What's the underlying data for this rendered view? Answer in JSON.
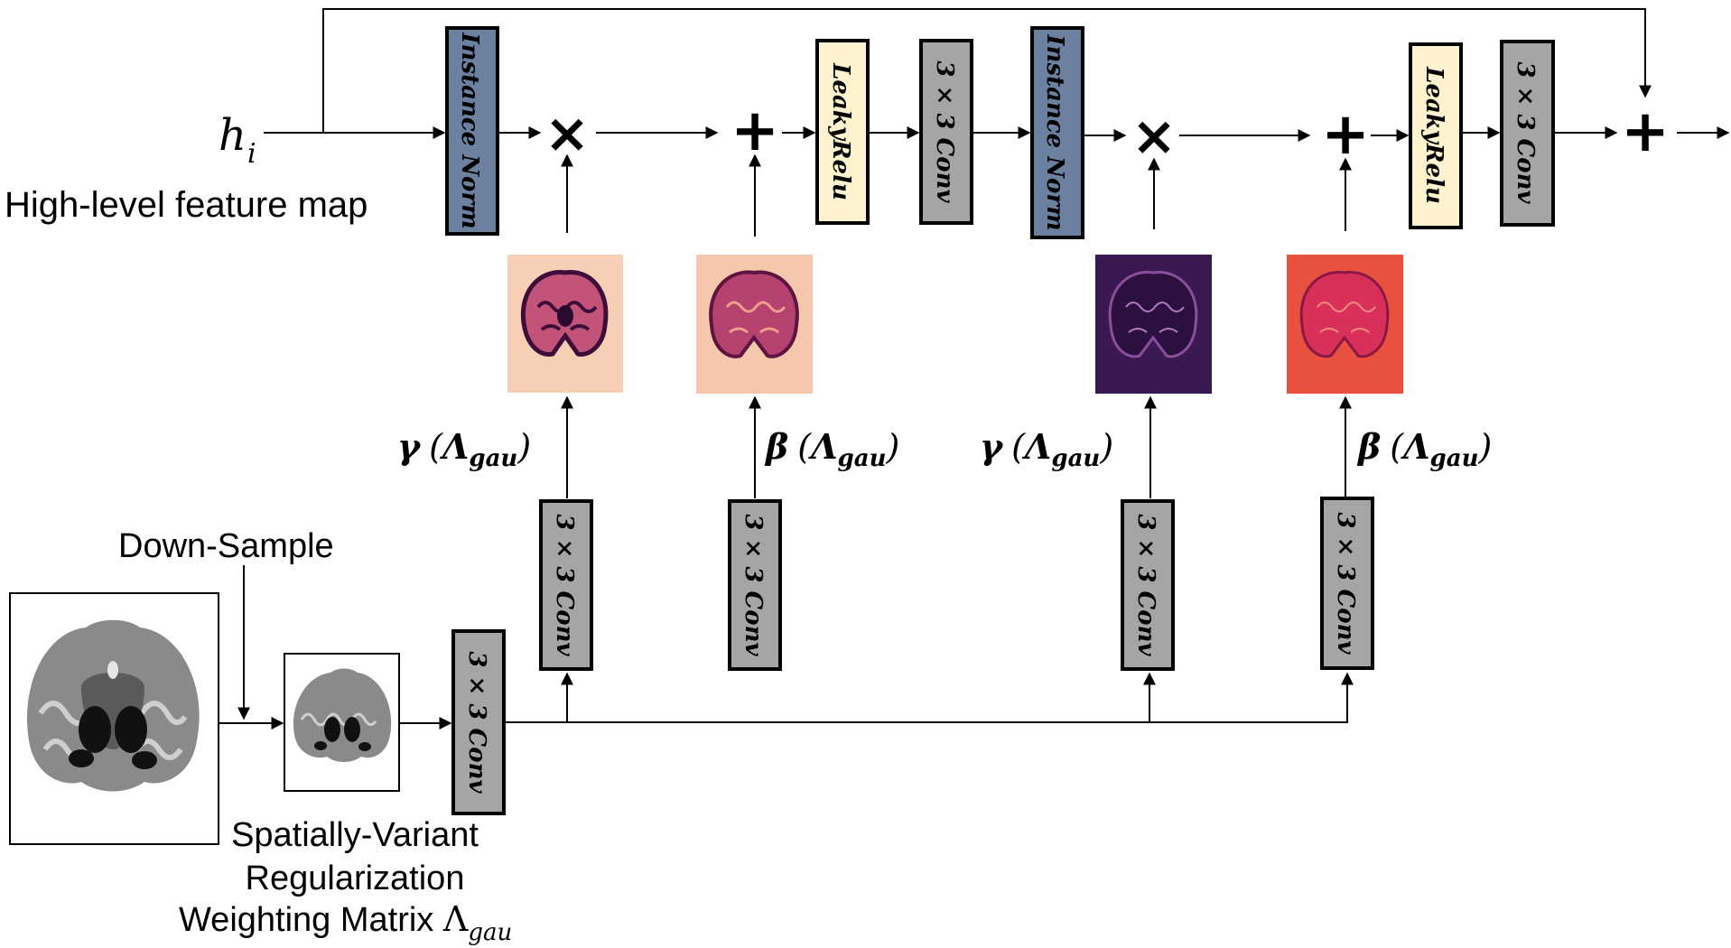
{
  "input": {
    "symbol": "h",
    "subscript": "i",
    "label": "High-level feature map"
  },
  "blocks": {
    "instance_norm": "Instance Norm",
    "leaky_relu": "LeakyRelu",
    "conv": "3 × 3 Conv"
  },
  "operators": {
    "multiply": "×",
    "add": "+"
  },
  "params": {
    "gamma": "γ (Λgau)",
    "beta": "β (Λgau)",
    "gamma_symbol": "γ",
    "beta_symbol": "β",
    "lambda_symbol": "Λ",
    "lambda_sub": "gau"
  },
  "labels": {
    "down_sample": "Down-Sample",
    "weighting_line1": "Spatially-Variant",
    "weighting_line2": "Regularization",
    "weighting_line3": "Weighting Matrix Λgau",
    "weighting_line3_main": "Weighting Matrix ",
    "weighting_line3_symbol": "Λ",
    "weighting_line3_sub": "gau"
  },
  "colors": {
    "instance_norm_fill": "#6b819f",
    "leaky_relu_fill": "#fff3cf",
    "conv_fill": "#a5a5a5",
    "map1_bg": "#f7cfb4",
    "map2_bg": "#f5c7ad",
    "map3_bg": "#3a1852",
    "map4_bg": "#e9513f"
  }
}
